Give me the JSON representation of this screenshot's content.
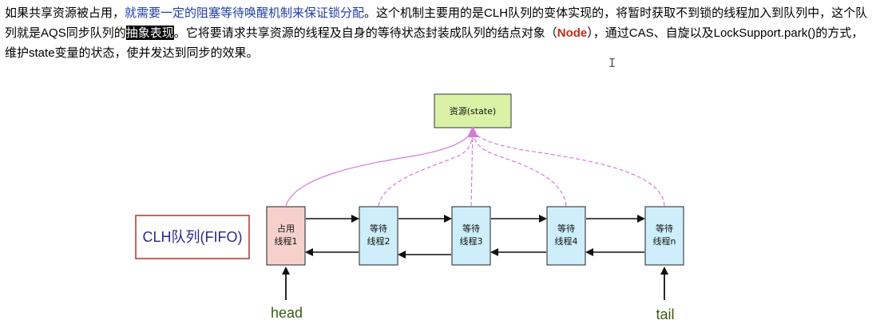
{
  "paragraph": {
    "p1": "如果共享资源被占用，",
    "p2": "就需要一定的阻塞等待唤醒机制来保证锁分配",
    "p3": "。这个机制主要用的是",
    "p4": "CLH",
    "p5": "队列的变体实现的，将暂时获取不到锁的线程加入到队列中，这个队列就是",
    "p6": "AQS",
    "p7": "同步队列的",
    "p8": "抽象表现",
    "p9": "。它将要请求共享资源的线程及自身的等待状态封装成队列的结点对象（",
    "p10": "Node",
    "p11": "），通过",
    "p12": "CAS",
    "p13": "、自旋以及",
    "p14": "LockSupport.park()",
    "p15": "的方式，维护",
    "p16": "state",
    "p17": "变量的状态，使并发达到同步的效果。"
  },
  "cursor_glyph": "I",
  "diagram": {
    "resource": "资源(state)",
    "queue_label": "CLH队列(FIFO)",
    "nodes": [
      {
        "line1": "占用",
        "line2": "线程1"
      },
      {
        "line1": "等待",
        "line2": "线程2"
      },
      {
        "line1": "等待",
        "line2": "线程3"
      },
      {
        "line1": "等待",
        "line2": "线程4"
      },
      {
        "line1": "等待",
        "line2": "线程n"
      }
    ],
    "head": "head",
    "tail": "tail"
  },
  "colors": {
    "resource_fill": "#d9f2a6",
    "occupied_fill": "#f6d1cc",
    "waiting_fill": "#cdeefa",
    "curve": "#d67ad6",
    "queue_border": "#b0302a"
  }
}
